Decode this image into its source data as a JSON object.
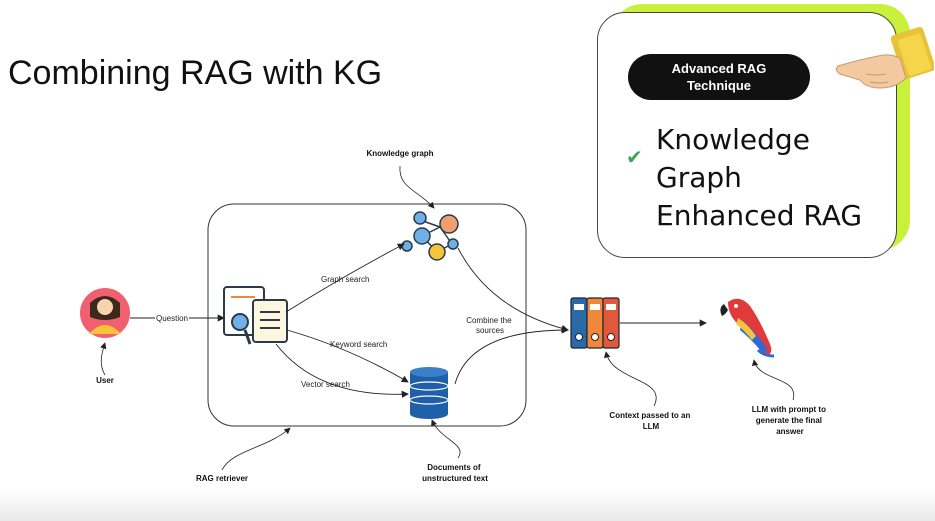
{
  "title": "Combining RAG with KG",
  "diagram": {
    "nodes": {
      "user": "User",
      "knowledge_graph": "Knowledge graph",
      "rag_retriever": "RAG retriever",
      "documents": "Documents of unstructured text",
      "context": "Context passed to an LLM",
      "llm": "LLM with prompt to generate the final answer"
    },
    "edges": {
      "question": "Question",
      "graph_search": "Graph search",
      "keyword_search": "Keyword search",
      "vector_search": "Vector search",
      "combine": "Combine the sources"
    },
    "label_lines": {
      "documents": [
        "Documents of",
        "unstructured text"
      ],
      "context": [
        "Context passed to an",
        "LLM"
      ],
      "llm": [
        "LLM with prompt to",
        "generate the final",
        "answer"
      ],
      "combine": [
        "Combine the",
        "sources"
      ]
    }
  },
  "callout": {
    "badge": "Advanced RAG Technique",
    "badge_lines": [
      "Advanced RAG",
      "Technique"
    ],
    "text": "Knowledge Graph Enhanced RAG",
    "text_lines": [
      "Knowledge",
      "Graph",
      "Enhanced RAG"
    ],
    "accent_color": "#c9f03a",
    "check_color": "#3aa55c",
    "icons": [
      "check-icon",
      "pointing-hand-icon"
    ]
  },
  "colors": {
    "user_circle": "#f06070",
    "database": "#1f5fa8",
    "binder_blue": "#2b6aa8",
    "binder_orange": "#f0883a",
    "binder_red": "#e05a3a",
    "parrot": "#e03a3a"
  }
}
